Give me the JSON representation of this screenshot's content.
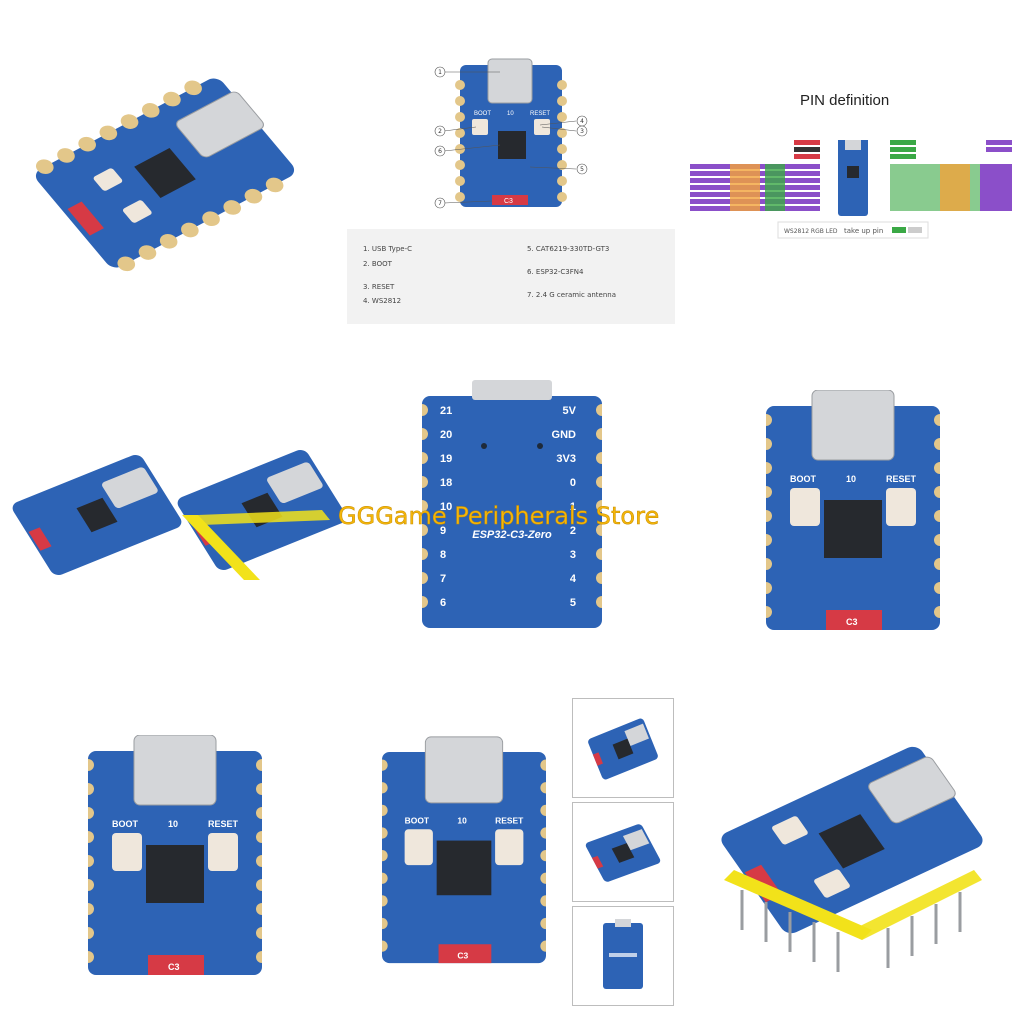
{
  "diagram": {
    "callouts": [
      "1",
      "2",
      "3",
      "4",
      "5",
      "6",
      "7"
    ],
    "silk": {
      "boot": "BOOT",
      "gpio10": "10",
      "reset": "RESET",
      "antenna": "C3"
    }
  },
  "legend": {
    "items": [
      "1. USB Type-C",
      "2. BOOT",
      "3. RESET",
      "4. WS2812",
      "5. CAT6219-330TD-GT3",
      "6. ESP32-C3FN4",
      "7. 2.4 G ceramic antenna"
    ]
  },
  "pin_definition": {
    "title": "PIN definition",
    "footer": {
      "led": "WS2812 RGB LED",
      "pullup": "take up pin"
    }
  },
  "back_board": {
    "left_pins": [
      "21",
      "20",
      "19",
      "18",
      "10",
      "9",
      "8",
      "7",
      "6"
    ],
    "right_pins": [
      "5V",
      "GND",
      "3V3",
      "0",
      "1",
      "2",
      "3",
      "4",
      "5"
    ],
    "label": "ESP32-C3-Zero"
  },
  "watermark": "GGGame Peripherals Store",
  "colors": {
    "pcb": "#2d63b5",
    "pcb_dark": "#1e4a8f",
    "pad": "#e3c78a",
    "chip": "#26292e",
    "usb": "#d4d6d9",
    "antenna": "#d63a45",
    "header": "#f2e21a",
    "accent": "#f4b60a"
  }
}
